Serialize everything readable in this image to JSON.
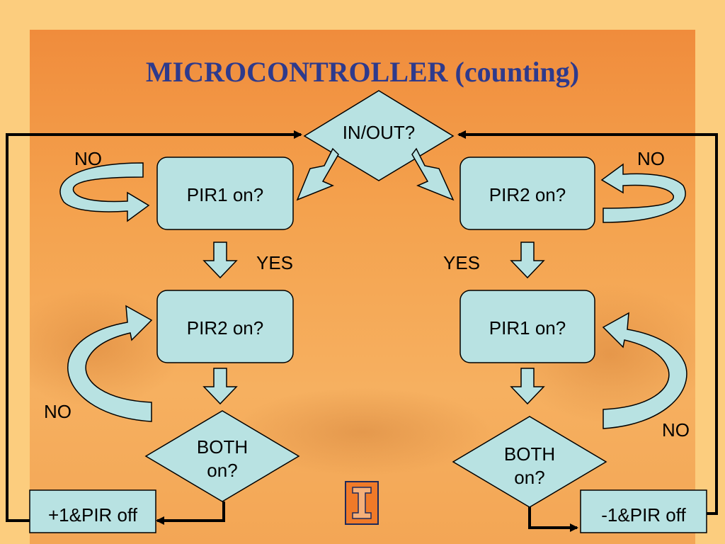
{
  "title": "MICROCONTROLLER (counting)",
  "nodes": {
    "in_out": "IN/OUT?",
    "left_pir1": "PIR1 on?",
    "right_pir2": "PIR2 on?",
    "left_pir2": "PIR2 on?",
    "right_pir1": "PIR1 on?",
    "left_both_line1": "BOTH",
    "left_both_line2": "on?",
    "right_both_line1": "BOTH",
    "right_both_line2": "on?",
    "left_result": "+1&PIR off",
    "right_result": "-1&PIR off"
  },
  "labels": {
    "no_top_left": "NO",
    "no_top_right": "NO",
    "yes_left": "YES",
    "yes_right": "YES",
    "no_mid_left": "NO",
    "no_mid_right": "NO"
  },
  "colors": {
    "box_fill": "#b8e2e2",
    "box_stroke": "#000000",
    "title": "#2e3a8c",
    "logo": "#f07a28"
  },
  "icons": {
    "logo": "university-block-i-logo"
  }
}
